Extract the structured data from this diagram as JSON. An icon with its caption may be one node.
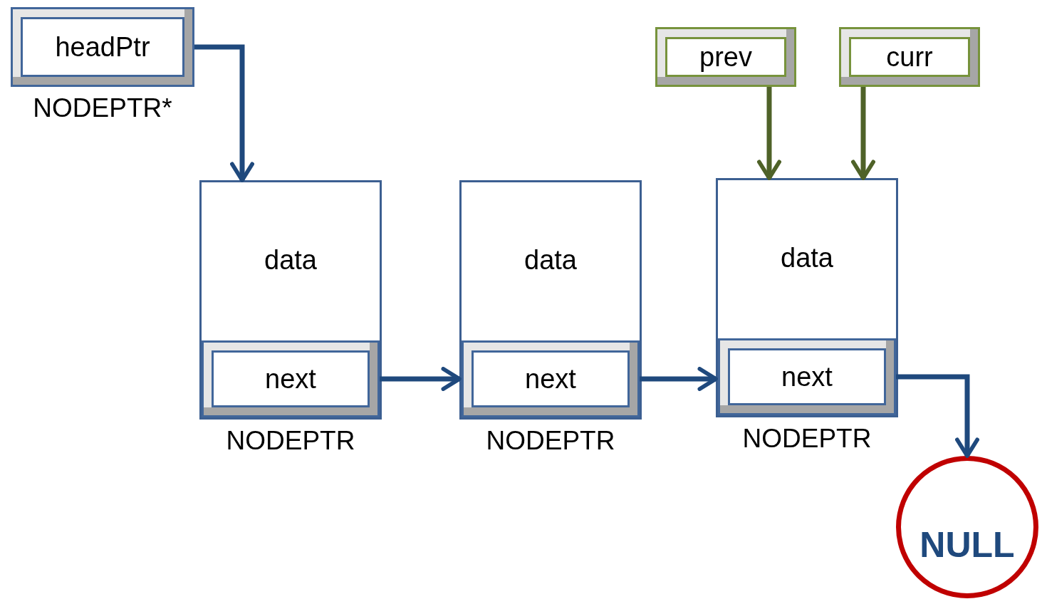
{
  "diagram": {
    "nodes": [
      {
        "text": [
          "headPtr"
        ],
        "beside": [
          "NODEPTR*"
        ]
      },
      {
        "text": [
          "data"
        ],
        "beside": [
          "NODEPTR"
        ]
      },
      {
        "text": [
          "next"
        ],
        "in": 1
      },
      {
        "text": [
          "data"
        ],
        "beside": [
          "NODEPTR"
        ]
      },
      {
        "text": [
          "next"
        ],
        "in": 3
      },
      {
        "text": [
          "data"
        ],
        "beside": [
          "NODEPTR"
        ]
      },
      {
        "text": [
          "next"
        ],
        "in": 5
      },
      {
        "text": [
          "prev"
        ]
      },
      {
        "text": [
          "curr"
        ]
      },
      {
        "text": [
          "NULL"
        ]
      }
    ],
    "edges": [
      {
        "from": 0,
        "to": 1,
        "arrow": "to"
      },
      {
        "from": 2,
        "to": 3,
        "arrow": "to"
      },
      {
        "from": 4,
        "to": 5,
        "arrow": "to"
      },
      {
        "from": 6,
        "to": 9,
        "arrow": "to"
      },
      {
        "from": 7,
        "to": 5,
        "arrow": "to",
        "color": "#4f6228"
      },
      {
        "from": 8,
        "to": 5,
        "arrow": "to",
        "color": "#4f6228"
      }
    ]
  }
}
